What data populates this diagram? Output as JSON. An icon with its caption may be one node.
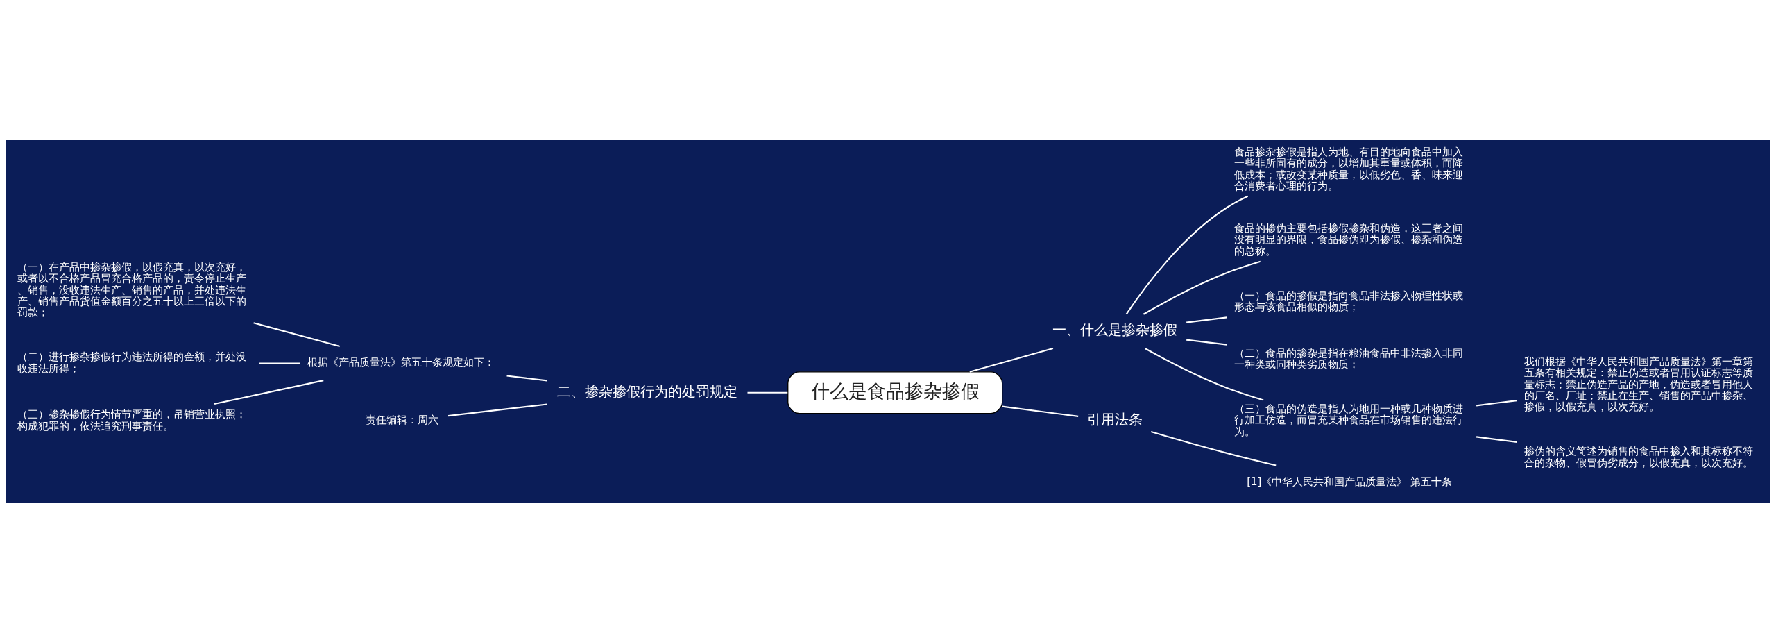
{
  "diagram": {
    "nodes": [
      {
        "text": [
          "什么是食品掺杂掺假"
        ]
      },
      {
        "text": [
          "一、什么是掺杂掺假"
        ]
      },
      {
        "text": [
          "食品掺杂掺假是指人为地、有目的地向食品中加入一些非所固有的成分，以增加其重量或体积，而降低成本；或改变某种质量，以低劣色、香、味来迎合消费者心理的行为。"
        ]
      },
      {
        "text": [
          "食品的掺伪主要包括掺假掺杂和伪造，这三者之间没有明显的界限，食品掺伪即为掺假、掺杂和伪造的总称。"
        ]
      },
      {
        "text": [
          "（一）食品的掺假是指向食品非法掺入物理性状或形态与该食品相似的物质；"
        ]
      },
      {
        "text": [
          "（二）食品的掺杂是指在粮油食品中非法掺入非同一种类或同种类劣质物质；"
        ]
      },
      {
        "text": [
          "（三）食品的伪造是指人为地用一种或几种物质进行加工仿造，而冒充某种食品在市场销售的违法行为。"
        ]
      },
      {
        "text": [
          "我们根据《中华人民共和国产品质量法》第一章第五条有相关规定：禁止伪造或者冒用认证标志等质量标志；禁止伪造产品的产地，伪造或者冒用他人的厂名、厂址；禁止在生产、销售的产品中掺杂、掺假，以假充真，以次充好。"
        ]
      },
      {
        "text": [
          "掺伪的含义简述为销售的食品中掺入和其标称不符合的杂物、假冒伪劣成分，以假充真，以次充好。"
        ]
      },
      {
        "text": [
          "二、掺杂掺假行为的处罚规定"
        ]
      },
      {
        "text": [
          "根据《产品质量法》第五十条规定如下："
        ]
      },
      {
        "text": [
          "（一）在产品中掺杂掺假，以假充真，以次充好，或者以不合格产品冒充合格产品的，责令停止生产、销售，没收违法生产、销售的产品，并处违法生产、销售产品货值金额百分之五十以上三倍以下的罚款；"
        ]
      },
      {
        "text": [
          "（二）进行掺杂掺假行为违法所得的金额，并处没收违法所得；"
        ]
      },
      {
        "text": [
          "（三）掺杂掺假行为情节严重的，吊销营业执照；构成犯罪的，依法追究刑事责任。"
        ]
      },
      {
        "text": [
          "责任编辑：周六"
        ]
      },
      {
        "text": [
          "引用法条"
        ]
      },
      {
        "text": [
          "[1]《中华人民共和国产品质量法》 第五十条"
        ]
      }
    ],
    "edges": [
      {
        "from": 0,
        "to": 1,
        "arrow": "none"
      },
      {
        "from": 1,
        "to": 2,
        "arrow": "none"
      },
      {
        "from": 1,
        "to": 3,
        "arrow": "none"
      },
      {
        "from": 1,
        "to": 4,
        "arrow": "none"
      },
      {
        "from": 1,
        "to": 5,
        "arrow": "none"
      },
      {
        "from": 1,
        "to": 6,
        "arrow": "none"
      },
      {
        "from": 6,
        "to": 7,
        "arrow": "none"
      },
      {
        "from": 6,
        "to": 8,
        "arrow": "none"
      },
      {
        "from": 0,
        "to": 9,
        "arrow": "none"
      },
      {
        "from": 9,
        "to": 10,
        "arrow": "none"
      },
      {
        "from": 9,
        "to": 14,
        "arrow": "none"
      },
      {
        "from": 10,
        "to": 11,
        "arrow": "none"
      },
      {
        "from": 10,
        "to": 12,
        "arrow": "none"
      },
      {
        "from": 10,
        "to": 13,
        "arrow": "none"
      },
      {
        "from": 0,
        "to": 15,
        "arrow": "none"
      },
      {
        "from": 15,
        "to": 16,
        "arrow": "none"
      }
    ]
  }
}
